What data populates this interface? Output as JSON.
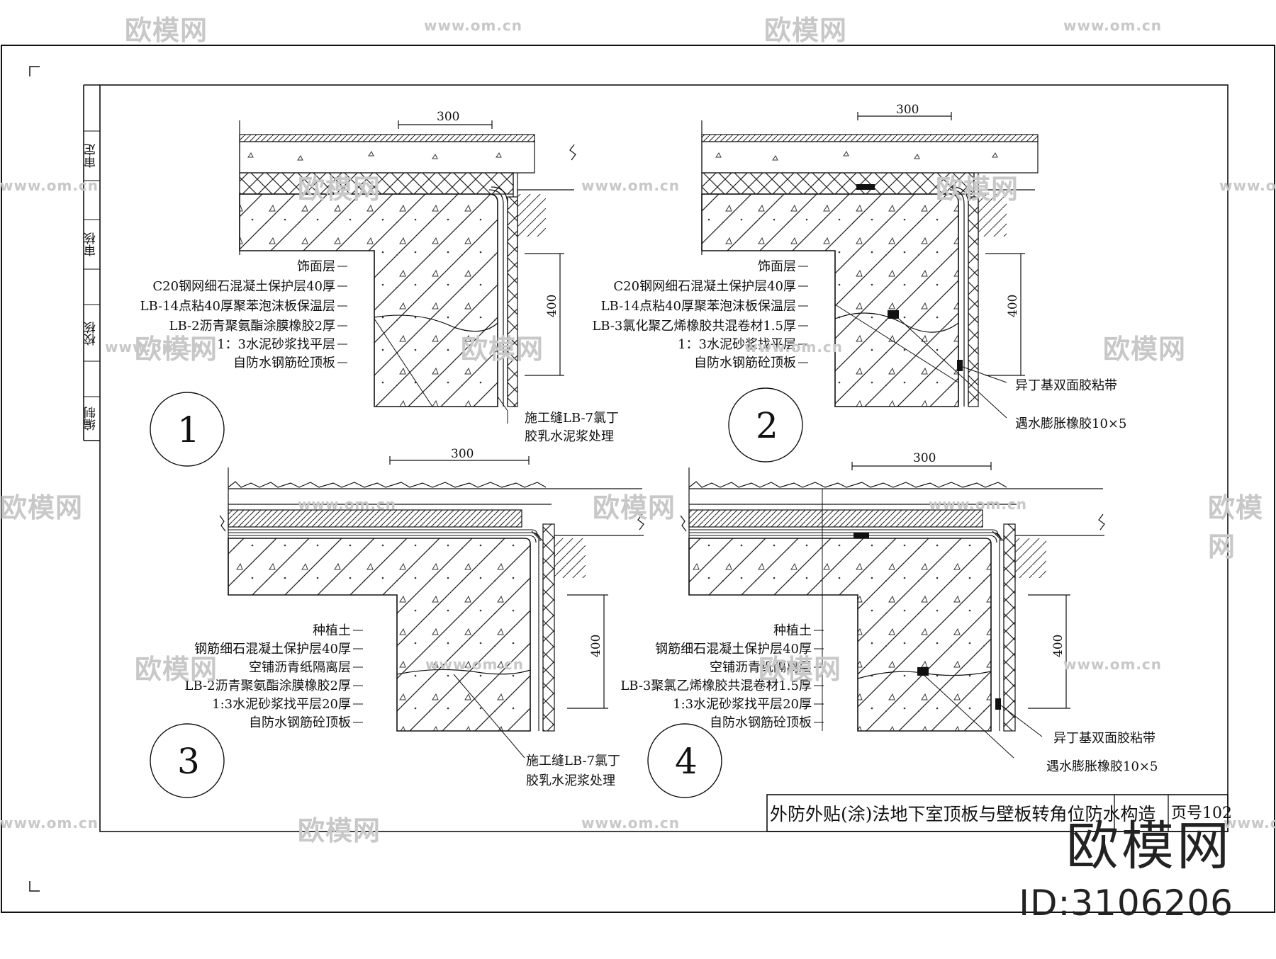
{
  "side_labels": [
    "审定",
    "审核",
    "校核",
    "编制"
  ],
  "details": [
    {
      "number": "1",
      "dim_top": "300",
      "dim_side": "400",
      "layers": [
        "饰面层",
        "C20钢网细石混凝土保护层40厚",
        "LB-14点粘40厚聚苯泡沫板保温层",
        "LB-2沥青聚氨酯涂膜橡胶2厚",
        "1：3水泥砂浆找平层",
        "自防水钢筋砼顶板"
      ],
      "callouts": [
        "施工缝LB-7氯丁",
        "胶乳水泥浆处理"
      ]
    },
    {
      "number": "2",
      "dim_top": "300",
      "dim_side": "400",
      "layers": [
        "饰面层",
        "C20钢网细石混凝土保护层40厚",
        "LB-14点粘40厚聚苯泡沫板保温层",
        "LB-3氯化聚乙烯橡胶共混卷材1.5厚",
        "1：3水泥砂浆找平层",
        "自防水钢筋砼顶板"
      ],
      "callouts": [
        "异丁基双面胶粘带",
        "遇水膨胀橡胶10×5"
      ]
    },
    {
      "number": "3",
      "dim_top": "300",
      "dim_side": "400",
      "layers": [
        "种植土",
        "钢筋细石混凝土保护层40厚",
        "空铺沥青纸隔离层",
        "LB-2沥青聚氨酯涂膜橡胶2厚",
        "1:3水泥砂浆找平层20厚",
        "自防水钢筋砼顶板"
      ],
      "callouts": [
        "施工缝LB-7氯丁",
        "胶乳水泥浆处理"
      ]
    },
    {
      "number": "4",
      "dim_top": "300",
      "dim_side": "400",
      "layers": [
        "种植土",
        "钢筋细石混凝土保护层40厚",
        "空铺沥青纸隔离层",
        "LB-3聚氯乙烯橡胶共混卷材1.5厚",
        "1:3水泥砂浆找平层20厚",
        "自防水钢筋砼顶板"
      ],
      "callouts": [
        "异丁基双面胶粘带",
        "遇水膨胀橡胶10×5"
      ]
    }
  ],
  "title_block": {
    "title": "外防外贴(涂)法地下室顶板与壁板转角位防水构造",
    "page": "页号102"
  },
  "watermarks": {
    "logo_text": "欧模网",
    "url": "www.om.cn",
    "brand": "欧模网",
    "id": "ID:3106206"
  }
}
